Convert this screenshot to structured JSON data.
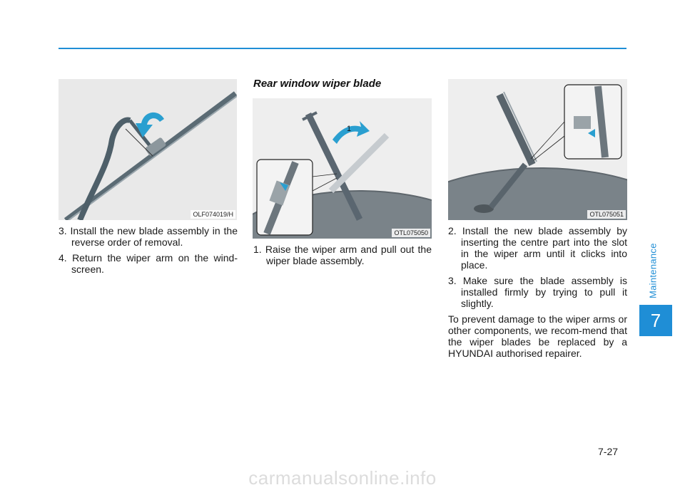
{
  "sidebar": {
    "section_label": "Maintenance",
    "chapter_number": "7"
  },
  "figures": {
    "fig1_code": "OLF074019/H",
    "fig2_code": "OTL075050",
    "fig3_code": "OTL075051",
    "fig2_callout": "1"
  },
  "left_column": {
    "steps": [
      "3. Install the new blade assembly in the reverse order of removal.",
      "4. Return the wiper arm on the wind-screen."
    ]
  },
  "middle_column": {
    "heading": "Rear window wiper blade",
    "steps": [
      "1. Raise the wiper arm and pull out the wiper blade assembly."
    ]
  },
  "right_column": {
    "steps": [
      "2. Install the new blade assembly by inserting the centre part into the slot in the wiper arm until it clicks into place.",
      "3. Make sure the blade assembly is installed firmly by trying to pull it slightly."
    ],
    "note": "To prevent damage to the wiper arms or other components, we recom-mend that the wiper blades be replaced by a HYUNDAI authorised repairer."
  },
  "footer": {
    "page_number": "7-27",
    "watermark": "carmanualsonline.info"
  },
  "colors": {
    "accent": "#1f8ed6",
    "arrow": "#2a9fd0"
  }
}
